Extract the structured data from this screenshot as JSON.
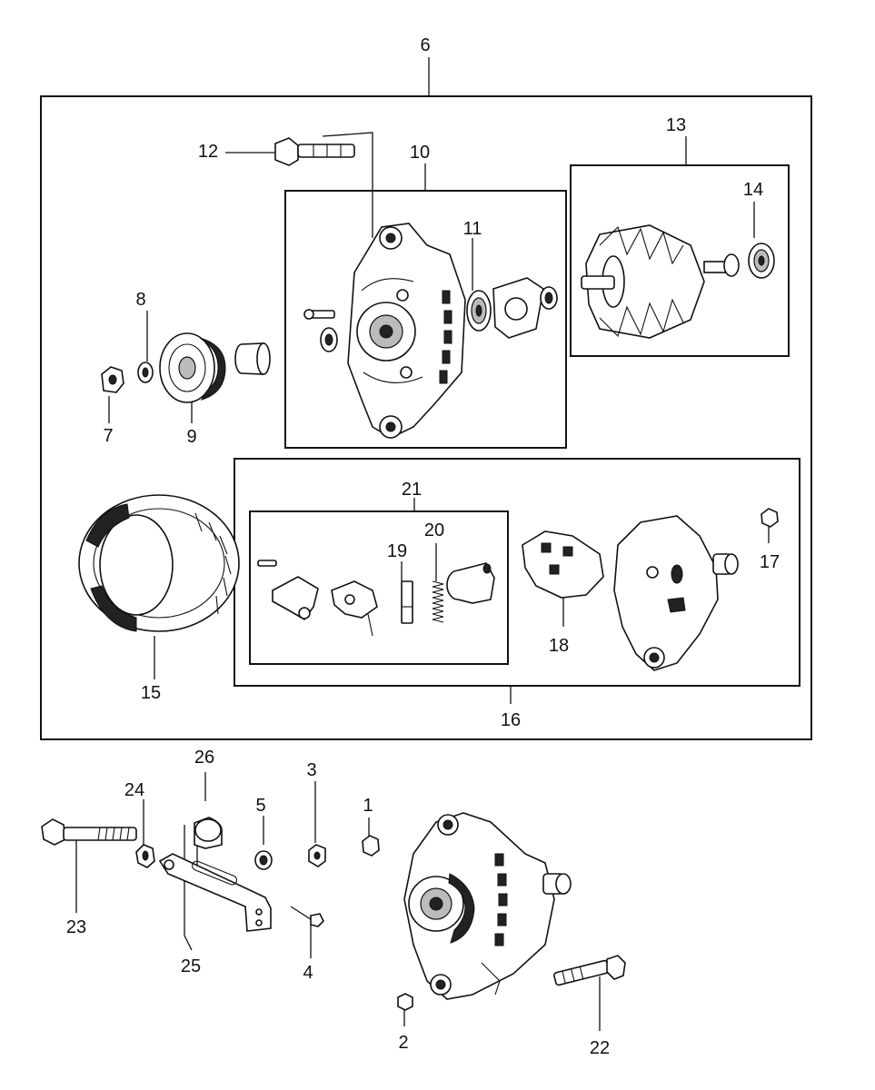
{
  "callouts": {
    "c1": "1",
    "c2": "2",
    "c3": "3",
    "c4": "4",
    "c5": "5",
    "c6": "6",
    "c7": "7",
    "c8": "8",
    "c9": "9",
    "c10": "10",
    "c11": "11",
    "c12": "12",
    "c13": "13",
    "c14": "14",
    "c15": "15",
    "c16": "16",
    "c17": "17",
    "c18": "18",
    "c19": "19",
    "c20": "20",
    "c21": "21",
    "c22": "22",
    "c23": "23",
    "c24": "24",
    "c25": "25",
    "c26": "26"
  },
  "colors": {
    "ink": "#111111",
    "paper": "#ffffff"
  }
}
